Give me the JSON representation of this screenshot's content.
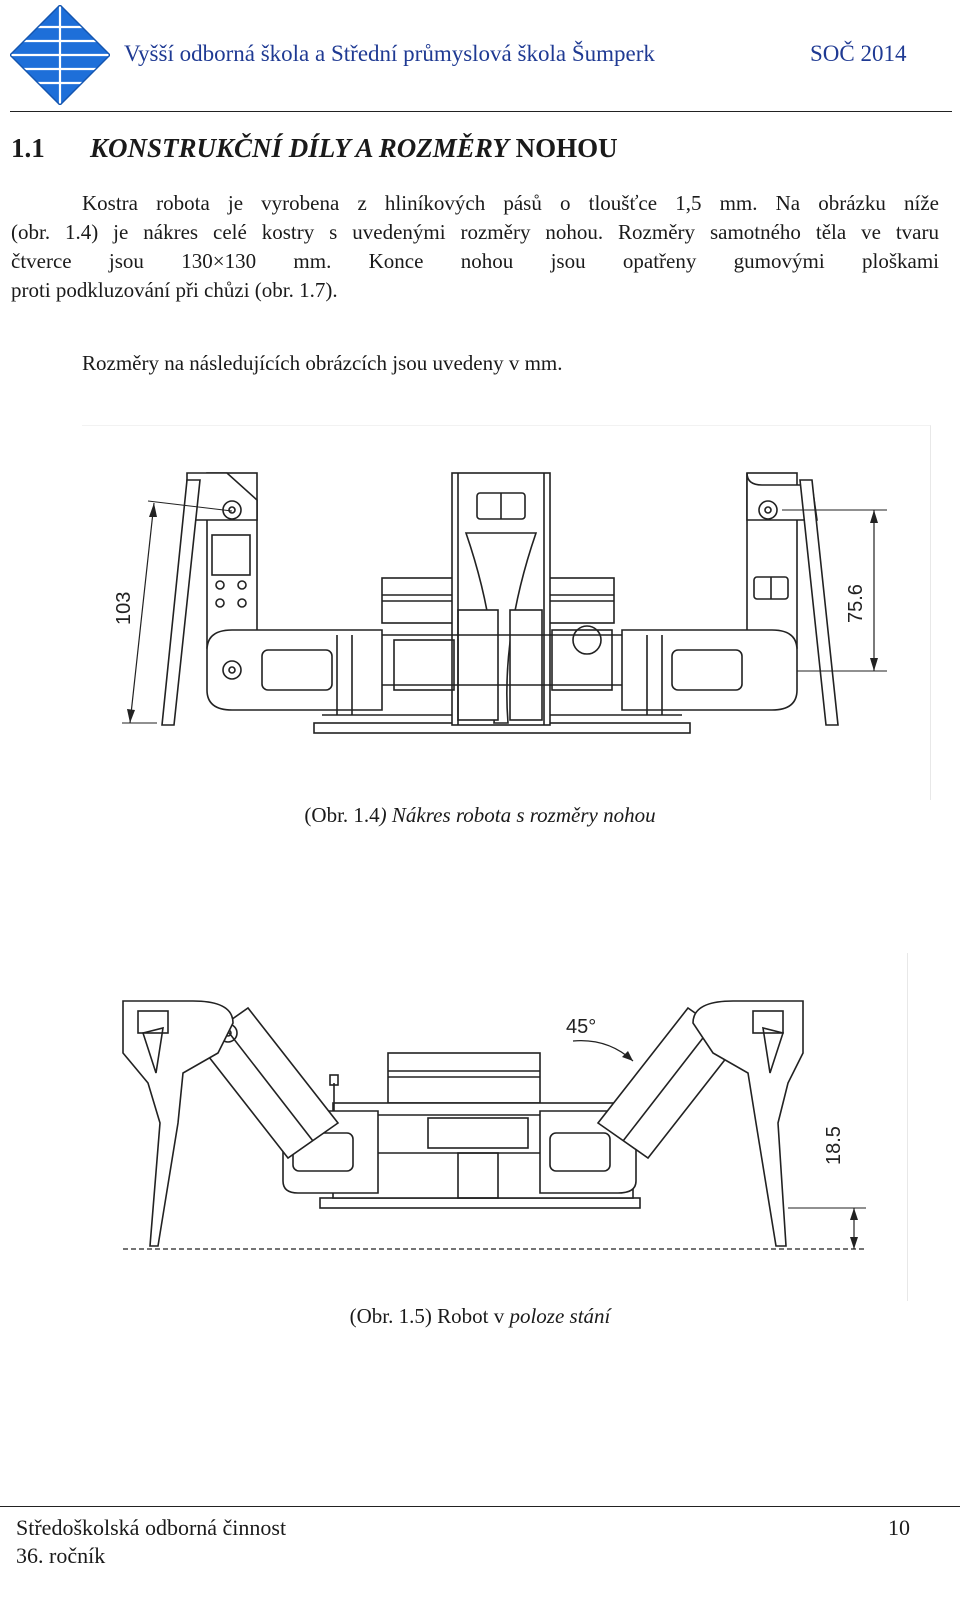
{
  "header": {
    "school": "Vyšší odborná škola a Střední průmyslová škola Šumperk",
    "competition": "SOČ 2014",
    "logo_icon": "diamond-grid-logo-icon",
    "logo_color": "#1e6fd9"
  },
  "section": {
    "number": "1.1",
    "title_italic": "KONSTRUKČNÍ DÍLY A ROZMĚRY",
    "title_rest": " NOHOU"
  },
  "body": {
    "paragraph1_lines": [
      "Kostra robota je vyrobena z hliníkových pásů o tloušťce 1,5 mm. Na obrázku níže",
      "(obr. 1.4) je nákres celé kostry s uvedenými rozměry nohou. Rozměry samotného těla ve tvaru",
      "čtverce jsou 130×130 mm. Konce nohou jsou opatřeny gumovými ploškami",
      "proti podkluzování při chůzi (obr. 1.7)."
    ],
    "paragraph2": "Rozměry na následujících obrázcích jsou uvedeny v mm."
  },
  "figure1": {
    "dim_left": "103",
    "dim_right": "75.6",
    "caption_plain": "(Obr. 1.4",
    "caption_italic": ") Nákres robota s rozměry nohou"
  },
  "figure2": {
    "angle_label": "45°",
    "dim_right": "18.5",
    "caption_plain": "(Obr. 1.5) Robot v ",
    "caption_italic": "poloze stání"
  },
  "footer": {
    "line1": "Středoškolská odborná činnost",
    "line2": "36. ročník",
    "page": "10"
  }
}
